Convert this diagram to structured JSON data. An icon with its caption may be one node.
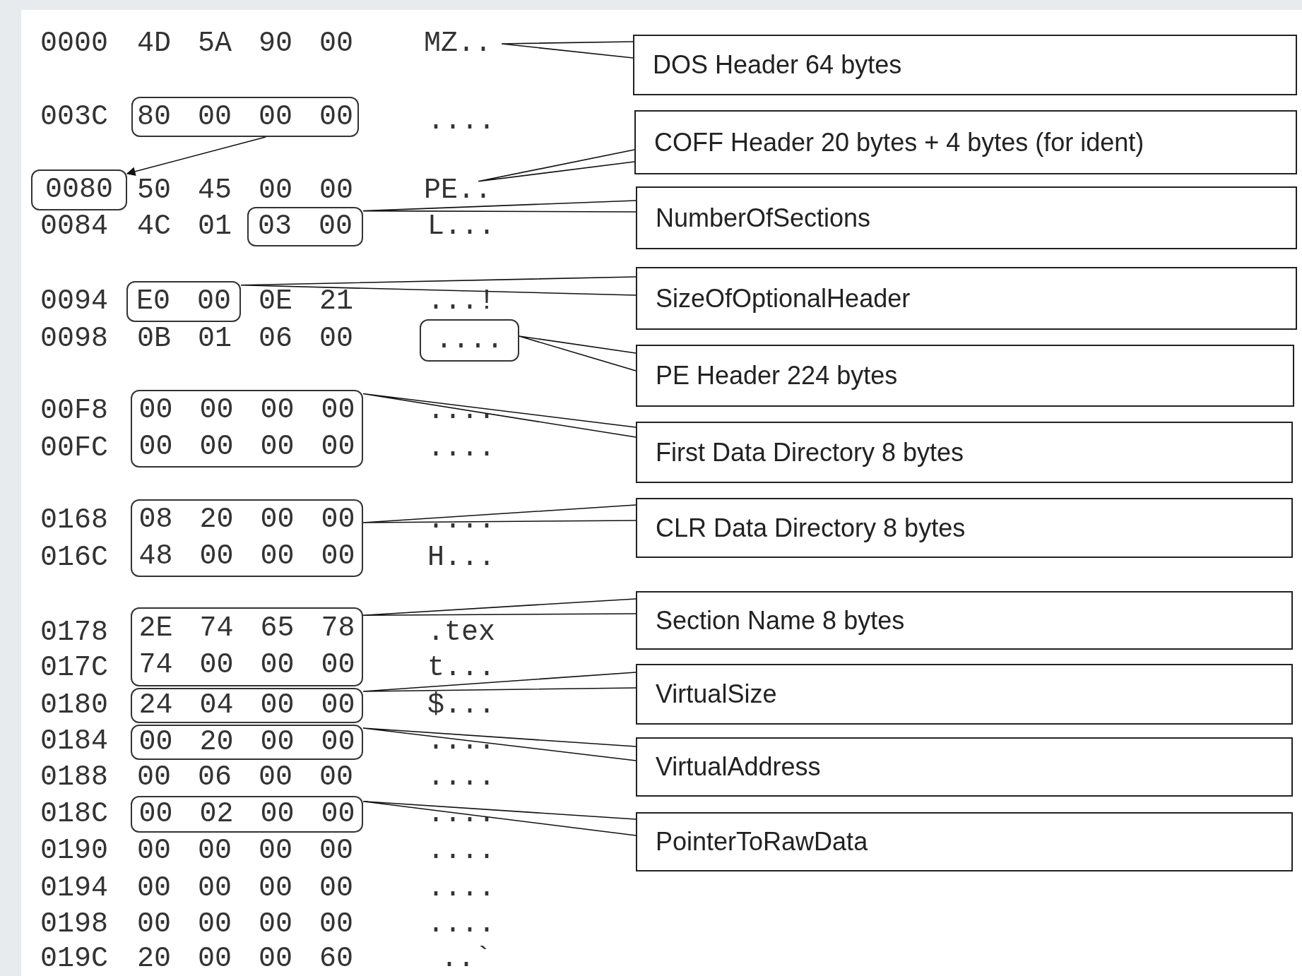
{
  "diagram": {
    "nodes": [
      {
        "text": [
          "MZ.."
        ]
      },
      {
        "text": [
          "80 00 00 00"
        ]
      },
      {
        "text": [
          "0080"
        ]
      },
      {
        "text": [
          "PE.."
        ]
      },
      {
        "text": [
          "03 00"
        ]
      },
      {
        "text": [
          "E0 00"
        ]
      },
      {
        "text": [
          "...."
        ]
      },
      {
        "text": [
          "00 00 00 00",
          "00 00 00 00"
        ]
      },
      {
        "text": [
          "08 20 00 00",
          "48 00 00 00"
        ]
      },
      {
        "text": [
          "2E 74 65 78",
          "74 00 00 00"
        ]
      },
      {
        "text": [
          "24 04 00 00"
        ]
      },
      {
        "text": [
          "00 20 00 00"
        ]
      },
      {
        "text": [
          "00 02 00 00"
        ]
      },
      {
        "text": [
          "DOS Header 64 bytes"
        ]
      },
      {
        "text": [
          "COFF Header 20 bytes + 4 bytes (for ident)"
        ]
      },
      {
        "text": [
          "NumberOfSections"
        ]
      },
      {
        "text": [
          "SizeOfOptionalHeader"
        ]
      },
      {
        "text": [
          "PE Header 224 bytes"
        ]
      },
      {
        "text": [
          "First Data Directory 8 bytes"
        ]
      },
      {
        "text": [
          "CLR Data Directory 8 bytes"
        ]
      },
      {
        "text": [
          "Section Name 8 bytes"
        ]
      },
      {
        "text": [
          "VirtualSize"
        ]
      },
      {
        "text": [
          "VirtualAddress"
        ]
      },
      {
        "text": [
          "PointerToRawData"
        ]
      }
    ],
    "edges": [
      {
        "from": 1,
        "to": 2,
        "arrow": "to"
      },
      {
        "from": 13,
        "to": 0,
        "arrow": "none"
      },
      {
        "from": 14,
        "to": 3,
        "arrow": "none"
      },
      {
        "from": 15,
        "to": 4,
        "arrow": "none"
      },
      {
        "from": 16,
        "to": 5,
        "arrow": "none"
      },
      {
        "from": 17,
        "to": 6,
        "arrow": "none"
      },
      {
        "from": 18,
        "to": 7,
        "arrow": "none"
      },
      {
        "from": 19,
        "to": 8,
        "arrow": "none"
      },
      {
        "from": 20,
        "to": 9,
        "arrow": "none"
      },
      {
        "from": 21,
        "to": 10,
        "arrow": "none"
      },
      {
        "from": 22,
        "to": 11,
        "arrow": "none"
      },
      {
        "from": 23,
        "to": 12,
        "arrow": "none"
      }
    ],
    "labels": [
      "0000",
      "4D 5A 90 00",
      "003C",
      "....",
      "50 45 00 00",
      "0084",
      "4C 01",
      "L...",
      "0094",
      "0E 21",
      "...!",
      "0098",
      "0B 01 06 00",
      "00F8",
      "....",
      "00FC",
      "....",
      "0168",
      "....",
      "016C",
      "H...",
      "0178",
      ".tex",
      "017C",
      "t...",
      "0180",
      "$...",
      "0184",
      "....",
      "0188",
      "00 06 00 00",
      "....",
      "018C",
      "....",
      "0190",
      "00 00 00 00",
      "....",
      "0194",
      "00 00 00 00",
      "....",
      "0198",
      "00 00 00 00",
      "....",
      "019C",
      "20 00 00 60",
      "..`"
    ]
  }
}
